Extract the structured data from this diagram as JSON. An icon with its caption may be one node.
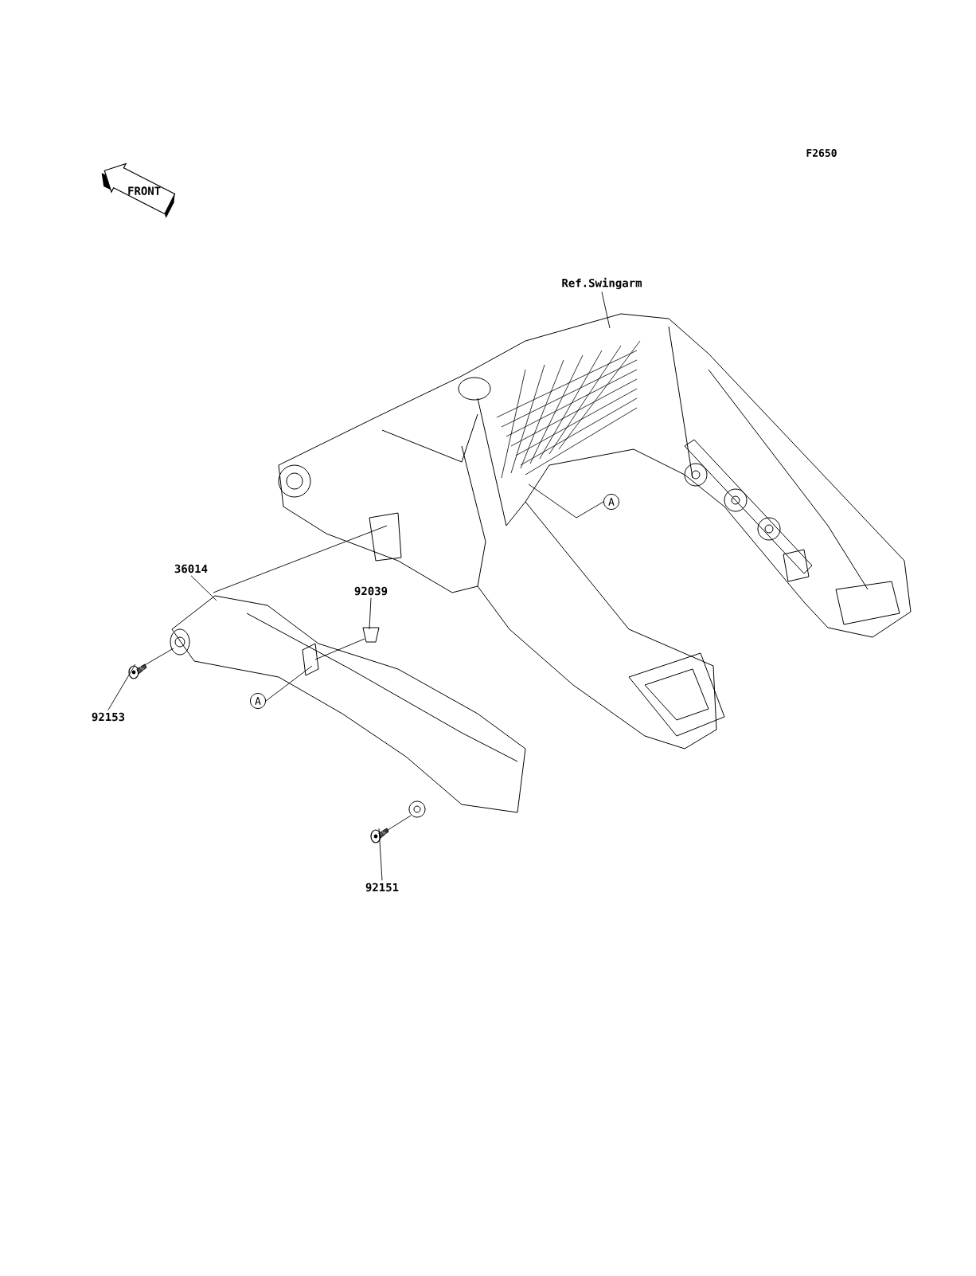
{
  "diagram": {
    "nodes": [
      {
        "text": [
          "Ref.Swingarm"
        ]
      },
      {
        "text": [],
        "shape": "picture"
      },
      {
        "text": [
          "36014"
        ]
      },
      {
        "text": [],
        "shape": "picture"
      },
      {
        "text": [
          "92039"
        ]
      },
      {
        "text": [],
        "shape": "picture"
      },
      {
        "text": [
          "92153"
        ]
      },
      {
        "text": [],
        "shape": "picture"
      },
      {
        "text": [
          "92151"
        ]
      },
      {
        "text": [],
        "shape": "picture"
      },
      {
        "text": [
          "A"
        ]
      },
      {
        "text": [
          "A"
        ]
      }
    ],
    "edges": [
      {
        "from": 0,
        "to": 1,
        "arrow": "none"
      },
      {
        "from": 2,
        "to": 3,
        "arrow": "none"
      },
      {
        "from": 4,
        "to": 5,
        "arrow": "none"
      },
      {
        "from": 6,
        "to": 7,
        "arrow": "none"
      },
      {
        "from": 8,
        "to": 9,
        "arrow": "none"
      },
      {
        "from": 10,
        "to": 1,
        "arrow": "none"
      },
      {
        "from": 11,
        "to": 3,
        "arrow": "none"
      },
      {
        "from": 7,
        "to": 3,
        "arrow": "none"
      },
      {
        "from": 5,
        "to": 3,
        "arrow": "none"
      },
      {
        "from": 9,
        "to": 3,
        "arrow": "none"
      },
      {
        "from": 3,
        "to": 1,
        "arrow": "none"
      }
    ],
    "labels": [
      "F2650",
      "FRONT"
    ]
  }
}
